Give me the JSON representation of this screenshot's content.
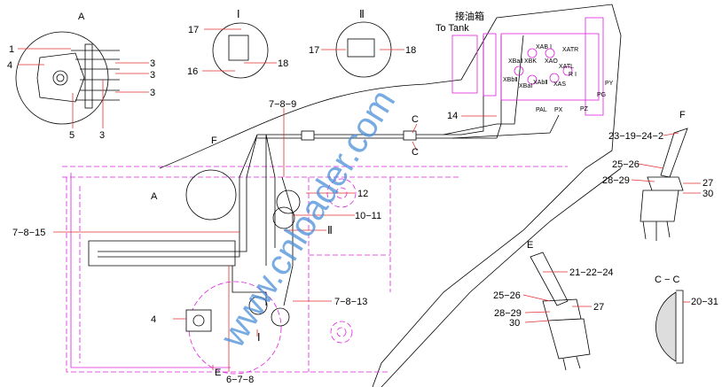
{
  "colors": {
    "leader": "#e03030",
    "outline": "#e020e0",
    "watermark": "#4a90d9"
  },
  "watermark": "www.cnloader.com",
  "detail_a": {
    "title": "A",
    "l1": "1",
    "l4": "4",
    "l3a": "3",
    "l3b": "3",
    "l3c": "3",
    "l5": "5",
    "l3d": "3"
  },
  "detail_1": {
    "title": "Ⅰ",
    "l17": "17",
    "l18": "18",
    "l16": "16"
  },
  "detail_2": {
    "title": "Ⅱ",
    "l17": "17",
    "l18": "18"
  },
  "tank": {
    "cn": "接油箱",
    "en": "To Tank"
  },
  "valve": {
    "xab1": "XAB Ⅰ",
    "xatr": "XATR",
    "xba2": "XBaⅡ",
    "xbk": "XBK",
    "xao": "XAO",
    "xatl": "XATL",
    "xbb2": "XBbⅡ",
    "xba1": "XBaⅠ",
    "xab2": "XAbⅡ",
    "xas": "XAS",
    "r1": "R Ⅰ",
    "py": "PY",
    "pg": "PG",
    "pal": "PAL",
    "px": "PX",
    "pz": "PZ"
  },
  "main": {
    "l14": "14",
    "l789": "7−8−9",
    "c1": "C",
    "c2": "C",
    "f": "F",
    "a": "A",
    "l12": "12",
    "l1011": "10−11",
    "ii": "Ⅱ",
    "l7815": "7−8−15",
    "l7813": "7−8−13",
    "l4": "4",
    "i": "Ⅰ",
    "e": "E",
    "l678": "6−7−8"
  },
  "view_f": {
    "title": "F",
    "l2319": "23−19−24−2",
    "l2526": "25−26",
    "l27": "27",
    "l2829": "28−29",
    "l30": "30"
  },
  "view_e": {
    "title": "E",
    "l212224": "21−22−24",
    "l2526": "25−26",
    "l27": "27",
    "l2829": "28−29",
    "l30": "30"
  },
  "view_cc": {
    "title": "C − C",
    "l2031": "20−31"
  }
}
